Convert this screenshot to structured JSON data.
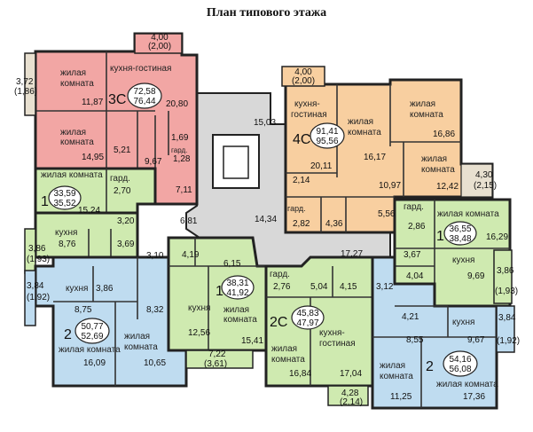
{
  "title": "План типового этажа",
  "colors": {
    "pink": "#f2a6a4",
    "peach": "#f8cfa0",
    "green": "#cfeab0",
    "blue": "#bfdcf0",
    "corridor": "#d8d8d8",
    "balcony": "#e8e0d0"
  },
  "apartments": [
    {
      "id": "3c",
      "rooms": "3С",
      "area": "72,58",
      "total": "76,44"
    },
    {
      "id": "4c",
      "rooms": "4С",
      "area": "91,41",
      "total": "95,56"
    },
    {
      "id": "1a",
      "rooms": "1",
      "area": "33,59",
      "total": "35,52"
    },
    {
      "id": "1b",
      "rooms": "1",
      "area": "36,55",
      "total": "38,48"
    },
    {
      "id": "1c",
      "rooms": "1",
      "area": "38,31",
      "total": "41,92"
    },
    {
      "id": "2a",
      "rooms": "2",
      "area": "50,77",
      "total": "52,69"
    },
    {
      "id": "2c",
      "rooms": "2С",
      "area": "45,83",
      "total": "47,97"
    },
    {
      "id": "2b",
      "rooms": "2",
      "area": "54,16",
      "total": "56,08"
    }
  ],
  "labels": {
    "zhilaya": "жилая комната",
    "zhilaya_l1": "жилая",
    "zhilaya_l2": "комната",
    "kuhnya": "кухня",
    "kuhnya_gostinaya": "кухня-гостиная",
    "kg_l1": "кухня-",
    "kg_l2": "гостиная",
    "gard": "гард."
  },
  "values": {
    "v4_00a": "4,00",
    "v2_00a": "(2,00)",
    "v3_72": "3,72",
    "v1_86": "(1,86)",
    "v11_87": "11,87",
    "v20_80": "20,80",
    "v14_95": "14,95",
    "v5_21": "5,21",
    "v1_69": "1,69",
    "v9_67a": "9,67",
    "v1_28": "1,28",
    "v7_11": "7,11",
    "v15_03": "15,03",
    "v4_00b": "4,00",
    "v2_00b": "(2,00)",
    "v20_11": "20,11",
    "v16_17": "16,17",
    "v16_86": "16,86",
    "v12_42": "12,42",
    "v4_30": "4,30",
    "v2_15": "(2,15)",
    "v2_14": "2,14",
    "v10_97": "10,97",
    "v2_82": "2,82",
    "v4_36": "4,36",
    "v5_56": "5,56",
    "v2_70": "2,70",
    "v15_24": "15,24",
    "v3_20": "3,20",
    "v6_81": "6,81",
    "v14_34": "14,34",
    "v8_76": "8,76",
    "v3_69": "3,69",
    "v3_86a": "3,86",
    "v1_93a": "(1,93)",
    "v3_10": "3,10",
    "v2_86": "2,86",
    "v16_29": "16,29",
    "v17_27": "17,27",
    "v3_67": "3,67",
    "v4_19": "4,19",
    "v6_15": "6,15",
    "v4_04": "4,04",
    "v9_69": "9,69",
    "v3_86b": "3,86",
    "v1_93b": "(1,93)",
    "v3_84a": "3,84",
    "v1_92a": "(1,92)",
    "v3_86c": "3,86",
    "v8_75": "8,75",
    "v8_32": "8,32",
    "v2_76": "2,76",
    "v5_04": "5,04",
    "v4_15": "4,15",
    "v3_12": "3,12",
    "v12_56": "12,56",
    "v15_41": "15,41",
    "v4_21": "4,21",
    "v8_55": "8,55",
    "v9_67b": "9,67",
    "v3_84b": "3,84",
    "v1_92b": "(1,92)",
    "v16_09": "16,09",
    "v10_65": "10,65",
    "v7_22": "7,22",
    "v3_61": "(3,61)",
    "v16_84": "16,84",
    "v17_04": "17,04",
    "v11_25": "11,25",
    "v17_36": "17,36",
    "v4_28": "4,28",
    "v2_14b": "(2,14)"
  }
}
